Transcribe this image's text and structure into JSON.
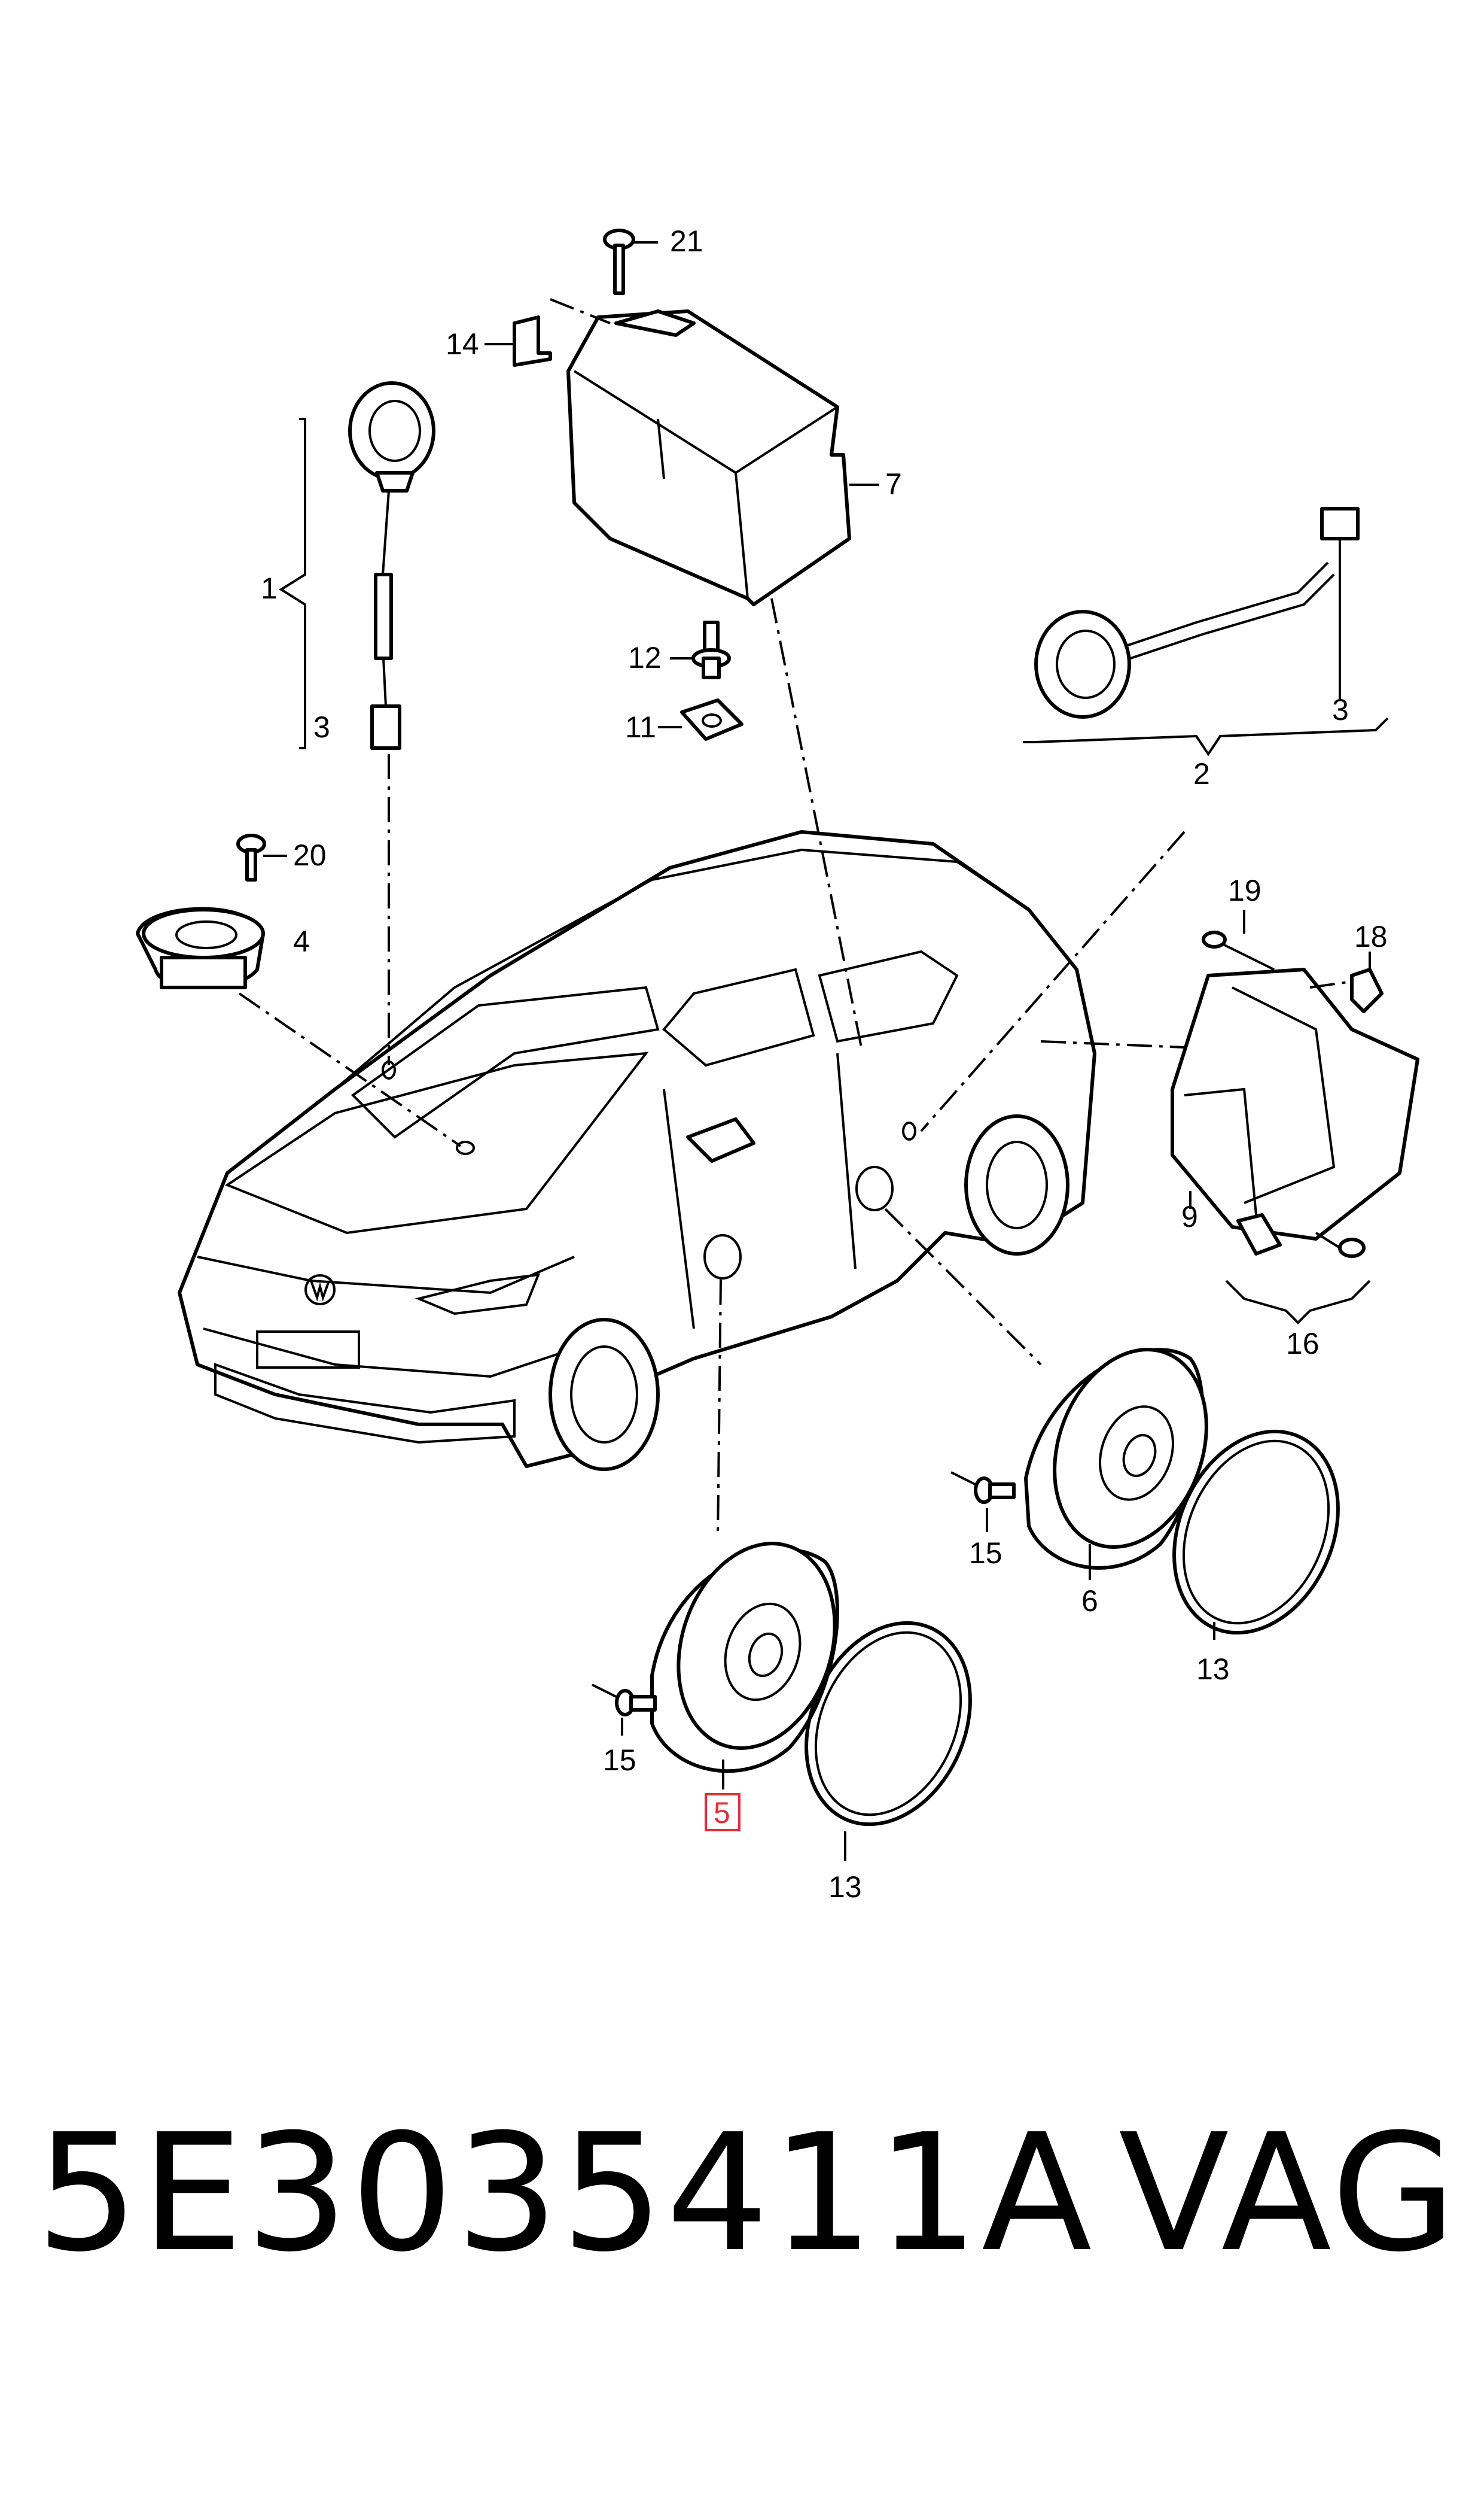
{
  "callouts": {
    "c1": "1",
    "c2": "2",
    "c3a": "3",
    "c3b": "3",
    "c4": "4",
    "c5": "5",
    "c6": "6",
    "c7": "7",
    "c9": "9",
    "c11": "11",
    "c12": "12",
    "c13a": "13",
    "c13b": "13",
    "c14": "14",
    "c15a": "15",
    "c15b": "15",
    "c16": "16",
    "c18": "18",
    "c19": "19",
    "c20": "20",
    "c21": "21"
  },
  "highlight": {
    "callout": "5",
    "color": "#e0303a"
  },
  "caption": {
    "part_number": "5E3035411A",
    "brand": "VAG"
  },
  "icons": [
    "car-outline",
    "speaker",
    "tweeter",
    "amplifier-box",
    "control-unit",
    "sealing-ring",
    "screw",
    "bracket",
    "wiring-connector"
  ]
}
